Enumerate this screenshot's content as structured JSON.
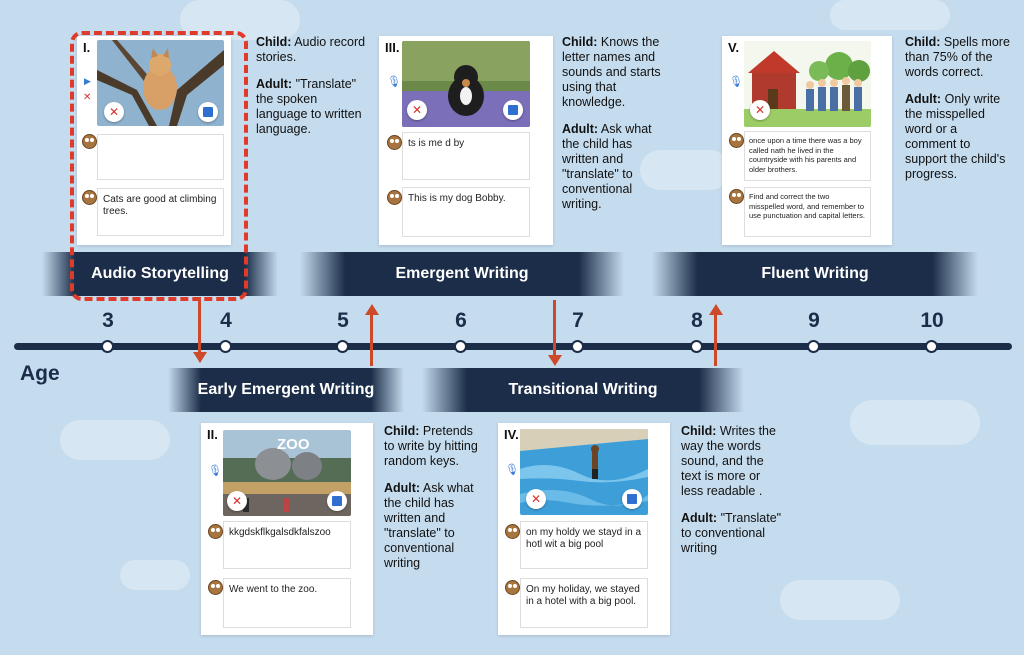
{
  "axis": {
    "label": "Age",
    "ticks": [
      "3",
      "4",
      "5",
      "6",
      "7",
      "8",
      "9",
      "10"
    ]
  },
  "stages": {
    "audio_storytelling": "Audio Storytelling",
    "emergent_writing": "Emergent Writing",
    "fluent_writing": "Fluent Writing",
    "early_emergent_writing": "Early Emergent Writing",
    "transitional_writing": "Transitional Writing"
  },
  "cards": {
    "c1": {
      "roman": "I.",
      "child_text": "",
      "adult_text": "Cats are good at climbing trees."
    },
    "c2": {
      "roman": "II.",
      "child_text": "kkgdskflkgalsdkfalszoo",
      "adult_text": "We went to the zoo.",
      "sign": "ZOO"
    },
    "c3": {
      "roman": "III.",
      "child_text": "ts is me d by",
      "adult_text": "This is my dog Bobby."
    },
    "c4": {
      "roman": "IV.",
      "child_text": "on my holdy we stayd in a hotl wit a big pool",
      "adult_text": "On my holiday, we stayed in a hotel with a big pool."
    },
    "c5": {
      "roman": "V.",
      "child_text": "once upon a time there was a boy called nath he lived in the countryside with his parents and older brothers.",
      "adult_text": "Find and correct the two misspelled word, and remember to use punctuation and capital letters."
    }
  },
  "descriptions": {
    "d1": {
      "child_label": "Child:",
      "child": "Audio record stories.",
      "adult_label": "Adult:",
      "adult": "\"Translate\" the spoken language to written language."
    },
    "d2": {
      "child_label": "Child:",
      "child": "Pretends to write by hitting random keys.",
      "adult_label": "Adult:",
      "adult": "Ask what the child has written and \"translate\" to conventional writing"
    },
    "d3": {
      "child_label": "Child:",
      "child": "Knows the letter names and sounds and starts using that knowledge.",
      "adult_label": "Adult:",
      "adult": "Ask what the child has written and \"translate\" to conventional writing."
    },
    "d4": {
      "child_label": "Child:",
      "child": "Writes the way the words sound, and the text is more or less readable .",
      "adult_label": "Adult:",
      "adult": "\"Translate\" to conventional writing"
    },
    "d5": {
      "child_label": "Child:",
      "child": "Spells more than 75% of the words correct.",
      "adult_label": "Adult:",
      "adult": "Only write the misspelled word or a comment to support the child's progress."
    }
  },
  "colors": {
    "navy": "#1b2d48",
    "arrow": "#cc4a2a",
    "highlight": "#e03a2a",
    "sky": "#c5dcee"
  },
  "icons": [
    "microphone-icon",
    "play-icon",
    "close-icon",
    "image-icon",
    "owl-avatar-icon"
  ]
}
